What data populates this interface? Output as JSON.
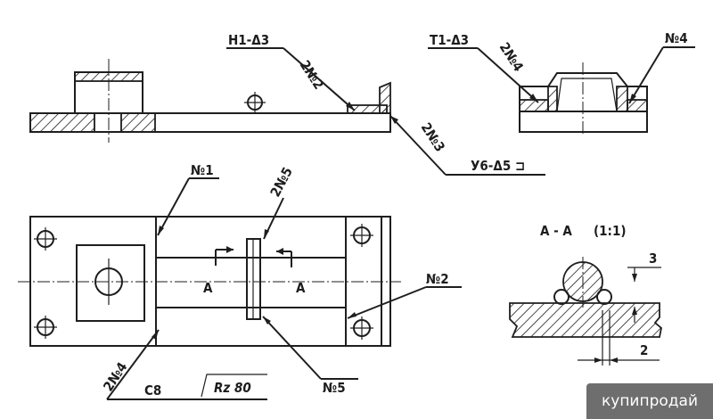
{
  "labels": {
    "weld_h1": "Н1-Δ3",
    "weld_2n2": "2№2",
    "weld_t1": "Т1-Δ3",
    "weld_2n4_top": "2№4",
    "part_n4_top": "№4",
    "weld_2n3": "2№3",
    "weld_u6": "У6-Δ5 ⊐",
    "part_n1": "№1",
    "weld_2n5": "2№5",
    "part_n2": "№2",
    "part_n5": "№5",
    "weld_2n4_bottom": "2№4",
    "chamfer": "С8",
    "roughness": "Rz 80",
    "section_a_left": "А",
    "section_a_right": "А",
    "section_title": "А - А",
    "section_scale": "(1:1)",
    "dim_3": "3",
    "dim_2": "2"
  },
  "watermark": "купипродай"
}
